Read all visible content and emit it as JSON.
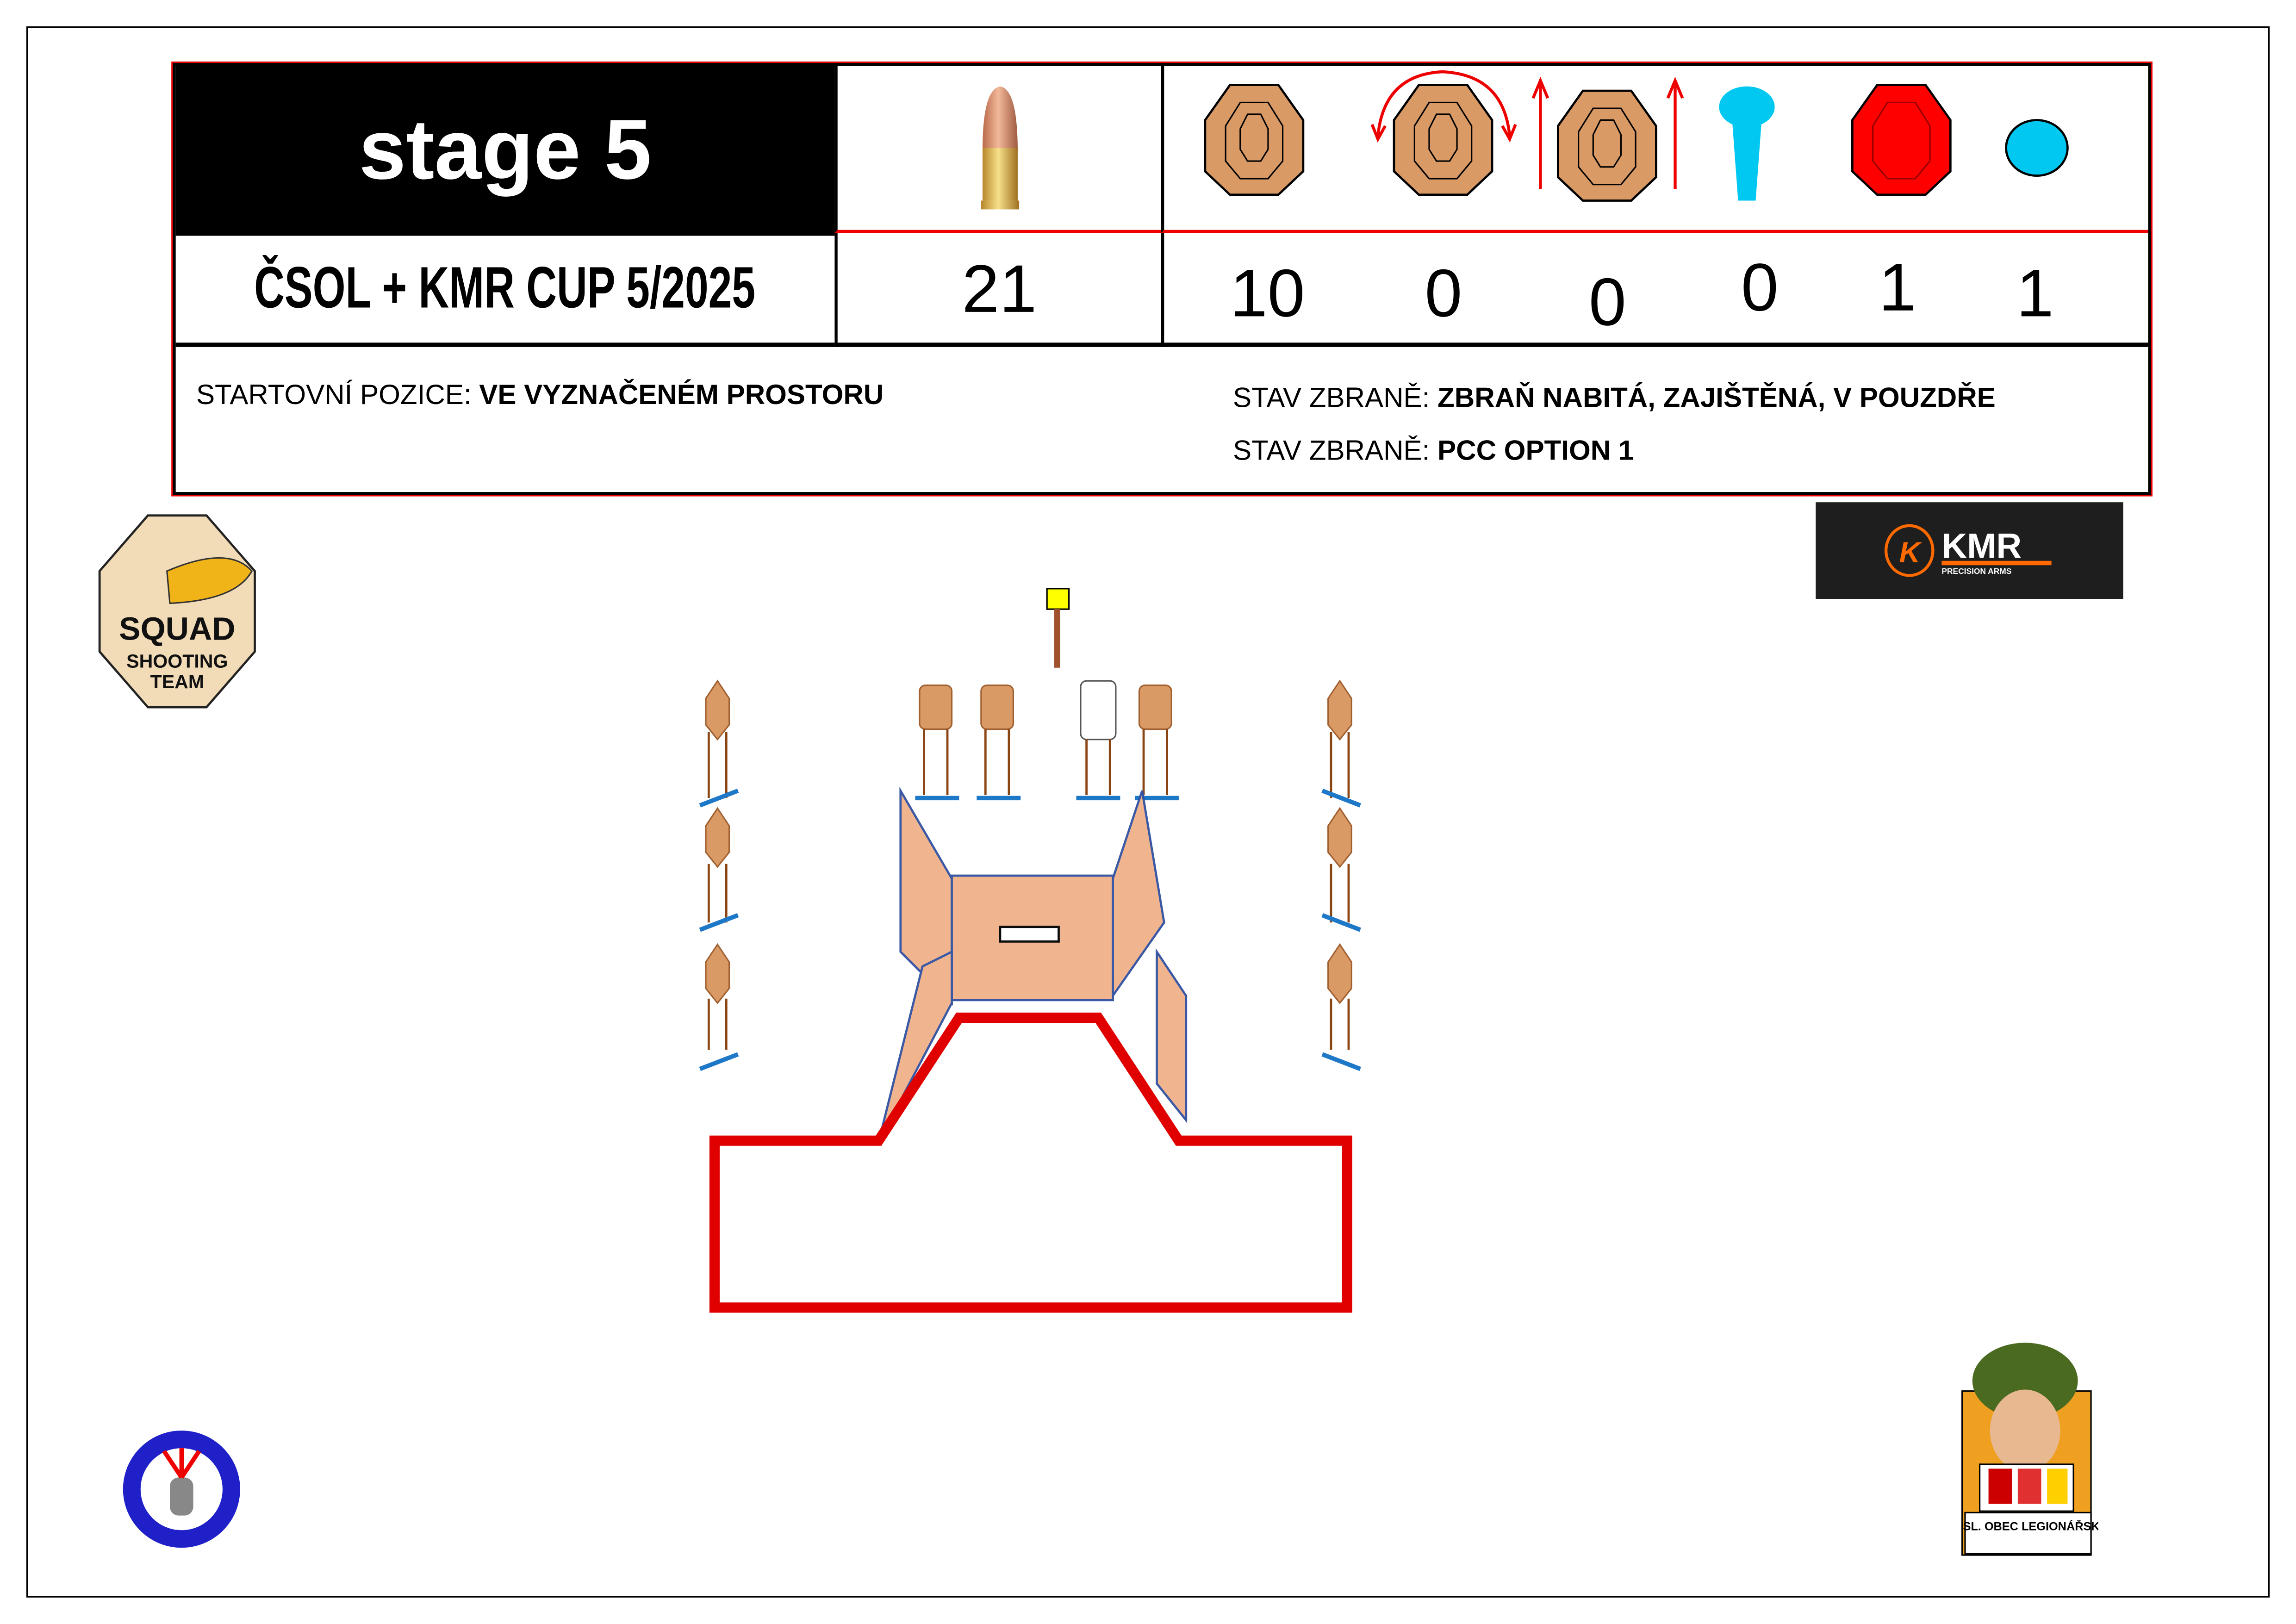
{
  "header": {
    "title": "stage 5",
    "event": "ČSOL + KMR CUP 5/2025",
    "rounds": "21"
  },
  "targets": [
    {
      "icon": "paper-target-icon",
      "count": "10"
    },
    {
      "icon": "swinger-target-icon",
      "count": "0"
    },
    {
      "icon": "popup-target-icon",
      "count": "0"
    },
    {
      "icon": "popper-icon",
      "count": "0"
    },
    {
      "icon": "no-shoot-target-icon",
      "count": "1"
    },
    {
      "icon": "steel-plate-icon",
      "count": "1"
    }
  ],
  "info": {
    "start_label": "STARTOVNÍ POZICE:",
    "start_value": "VE VYZNAČENÉM PROSTORU",
    "gun_label": "STAV ZBRANĚ:",
    "gun_value": "ZBRAŇ NABITÁ, ZAJIŠTĚNÁ, V POUZDŘE",
    "pcc_label": "STAV ZBRANĚ:",
    "pcc_value": "PCC OPTION 1"
  },
  "logos": {
    "kmr": "KMR",
    "kmr_sub": "PRECISION ARMS",
    "squad": "SQUAD",
    "squad_sub1": "SHOOTING",
    "squad_sub2": "TEAM",
    "cso": "Č. SL. OBEC LEGIONÁŘSKÁ"
  },
  "colors": {
    "target": "#d99a66",
    "noshoot": "#ff0000",
    "steel": "#00c8f0",
    "wall": "#f0b28a",
    "fault": "#e00000"
  }
}
